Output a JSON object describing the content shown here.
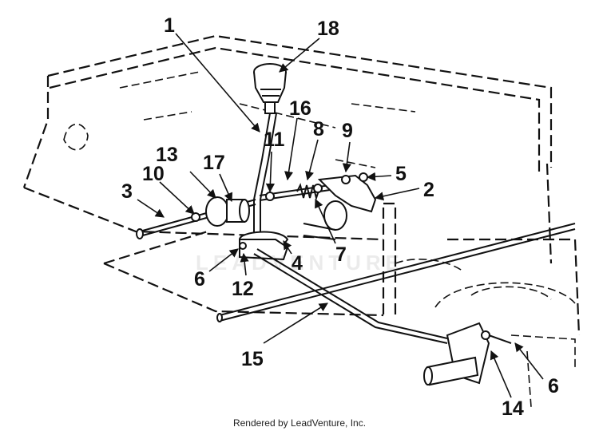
{
  "diagram": {
    "callouts": [
      {
        "id": "1",
        "text": "1"
      },
      {
        "id": "2",
        "text": "2"
      },
      {
        "id": "3",
        "text": "3"
      },
      {
        "id": "4",
        "text": "4"
      },
      {
        "id": "5",
        "text": "5"
      },
      {
        "id": "6a",
        "text": "6"
      },
      {
        "id": "6b",
        "text": "6"
      },
      {
        "id": "7",
        "text": "7"
      },
      {
        "id": "8",
        "text": "8"
      },
      {
        "id": "9",
        "text": "9"
      },
      {
        "id": "10",
        "text": "10"
      },
      {
        "id": "11",
        "text": "11"
      },
      {
        "id": "12",
        "text": "12"
      },
      {
        "id": "13",
        "text": "13"
      },
      {
        "id": "14",
        "text": "14"
      },
      {
        "id": "15",
        "text": "15"
      },
      {
        "id": "16",
        "text": "16"
      },
      {
        "id": "17",
        "text": "17"
      },
      {
        "id": "18",
        "text": "18"
      }
    ],
    "watermark": "LEADVENTURE",
    "credit": "Rendered by LeadVenture, Inc."
  }
}
